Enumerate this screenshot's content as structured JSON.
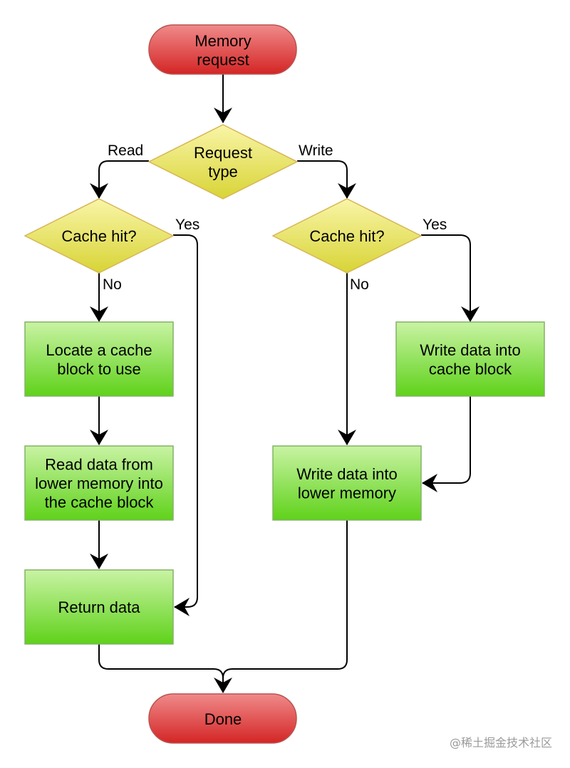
{
  "colors": {
    "terminal_fill_top": "#f08a8a",
    "terminal_fill_bottom": "#d42525",
    "terminal_stroke": "#b85450",
    "decision_fill_top": "#f9f5a8",
    "decision_fill_bottom": "#d8d436",
    "decision_stroke": "#d6b656",
    "process_fill_top": "#c9f3a4",
    "process_fill_bottom": "#5fd21a",
    "process_stroke": "#82b366",
    "line": "#000000"
  },
  "nodes": {
    "start": {
      "lines": [
        "Memory",
        "request"
      ]
    },
    "request_type": {
      "lines": [
        "Request",
        "type"
      ]
    },
    "read_cache_hit": {
      "lines": [
        "Cache hit?"
      ]
    },
    "write_cache_hit": {
      "lines": [
        "Cache hit?"
      ]
    },
    "locate_block": {
      "lines": [
        "Locate a cache",
        "block to use"
      ]
    },
    "read_lower": {
      "lines": [
        "Read data from",
        "lower memory into",
        "the cache block"
      ]
    },
    "return_data": {
      "lines": [
        "Return data"
      ]
    },
    "write_cache_block": {
      "lines": [
        "Write data into",
        "cache block"
      ]
    },
    "write_lower": {
      "lines": [
        "Write data into",
        "lower memory"
      ]
    },
    "done": {
      "lines": [
        "Done"
      ]
    }
  },
  "edges": {
    "read_label": "Read",
    "write_label": "Write",
    "read_yes_label": "Yes",
    "read_no_label": "No",
    "write_yes_label": "Yes",
    "write_no_label": "No"
  },
  "watermark": "@稀土掘金技术社区"
}
